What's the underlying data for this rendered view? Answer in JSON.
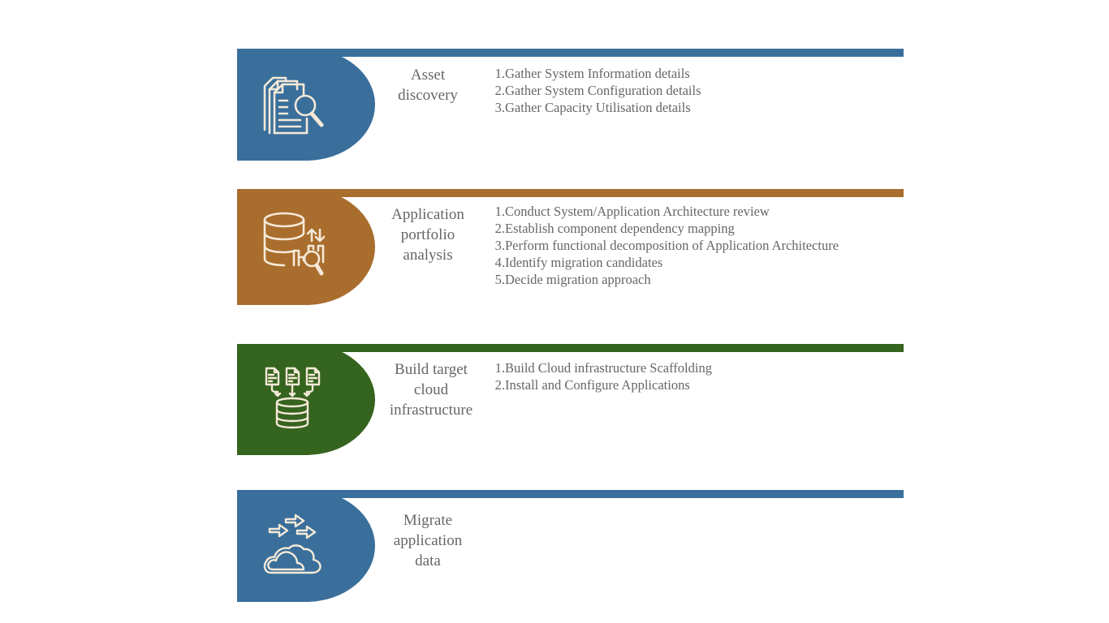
{
  "colors": {
    "blue": "#3a6f9b",
    "brown": "#a96d2d",
    "green": "#35641e",
    "icon_stroke": "#f5e9d8",
    "text": "#666666"
  },
  "steps": [
    {
      "title": "Asset discovery",
      "title_lines": [
        "Asset",
        "discovery"
      ],
      "icon": "document-search-icon",
      "color": "blue",
      "items": [
        {
          "num": "1.",
          "text": "Gather System Information details"
        },
        {
          "num": "2.",
          "text": "Gather System Configuration details"
        },
        {
          "num": "3.",
          "text": "Gather Capacity Utilisation details"
        }
      ]
    },
    {
      "title": "Application portfolio analysis",
      "title_lines": [
        "Application",
        "portfolio",
        "analysis"
      ],
      "icon": "database-analytics-icon",
      "color": "brown",
      "items": [
        {
          "num": "1.",
          "text": "Conduct System/Application Architecture review"
        },
        {
          "num": "2.",
          "text": "Establish component dependency mapping"
        },
        {
          "num": "3.",
          "text": "Perform functional decomposition of Application Architecture"
        },
        {
          "num": "4.",
          "text": "Identify migration candidates"
        },
        {
          "num": "5.",
          "text": "Decide migration approach"
        }
      ]
    },
    {
      "title": "Build target cloud infrastructure",
      "title_lines": [
        "Build target",
        "cloud",
        "infrastructure"
      ],
      "icon": "documents-to-database-icon",
      "color": "green",
      "items": [
        {
          "num": "1.",
          "text": "Build Cloud infrastructure Scaffolding"
        },
        {
          "num": "2.",
          "text": "Install and Configure Applications"
        }
      ]
    },
    {
      "title": "Migrate application data",
      "title_lines": [
        "Migrate",
        "application",
        "data"
      ],
      "icon": "cloud-migration-icon",
      "color": "blue",
      "items": []
    }
  ]
}
